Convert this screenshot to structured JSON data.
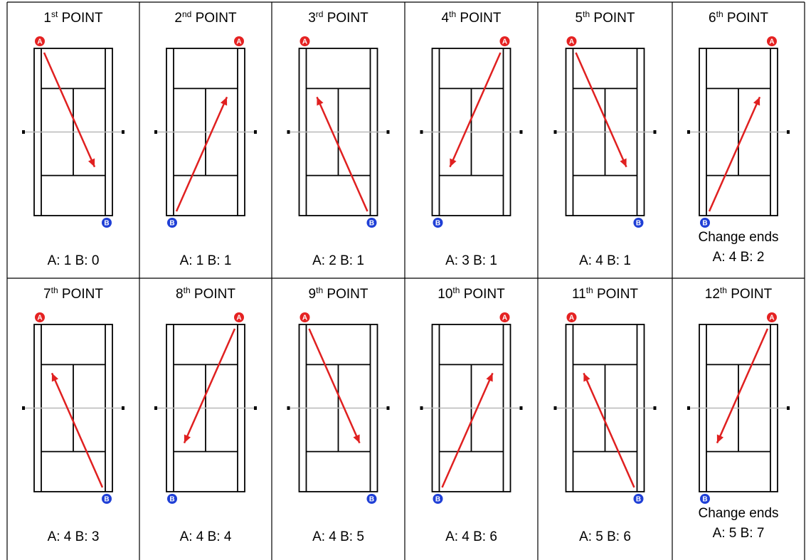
{
  "colors": {
    "arrow": "#e02020",
    "player_a": "#e52222",
    "player_b": "#1f3fd6",
    "net": "#b8b8b8",
    "lines": "#000000"
  },
  "icons": {
    "player_a": "letter-a-red-circle-icon",
    "player_b": "letter-b-blue-circle-icon"
  },
  "points": [
    {
      "num": "1",
      "suffix": "st",
      "label": "POINT",
      "score": "A: 1 B: 0",
      "note": "",
      "a_side": "left",
      "b_side": "right",
      "direction": "A-to-B"
    },
    {
      "num": "2",
      "suffix": "nd",
      "label": "POINT",
      "score": "A: 1 B: 1",
      "note": "",
      "a_side": "right",
      "b_side": "left",
      "direction": "B-to-A"
    },
    {
      "num": "3",
      "suffix": "rd",
      "label": "POINT",
      "score": "A: 2 B: 1",
      "note": "",
      "a_side": "left",
      "b_side": "right",
      "direction": "B-to-A"
    },
    {
      "num": "4",
      "suffix": "th",
      "label": "POINT",
      "score": "A: 3 B: 1",
      "note": "",
      "a_side": "right",
      "b_side": "left",
      "direction": "A-to-B"
    },
    {
      "num": "5",
      "suffix": "th",
      "label": "POINT",
      "score": "A: 4 B: 1",
      "note": "",
      "a_side": "left",
      "b_side": "right",
      "direction": "A-to-B"
    },
    {
      "num": "6",
      "suffix": "th",
      "label": "POINT",
      "score": "A: 4 B: 2",
      "note": "Change ends",
      "a_side": "right",
      "b_side": "left",
      "direction": "B-to-A"
    },
    {
      "num": "7",
      "suffix": "th",
      "label": "POINT",
      "score": "A: 4 B: 3",
      "note": "",
      "a_side": "left",
      "b_side": "right",
      "direction": "B-to-A"
    },
    {
      "num": "8",
      "suffix": "th",
      "label": "POINT",
      "score": "A: 4 B: 4",
      "note": "",
      "a_side": "right",
      "b_side": "left",
      "direction": "A-to-B"
    },
    {
      "num": "9",
      "suffix": "th",
      "label": "POINT",
      "score": "A: 4 B: 5",
      "note": "",
      "a_side": "left",
      "b_side": "right",
      "direction": "A-to-B"
    },
    {
      "num": "10",
      "suffix": "th",
      "label": "POINT",
      "score": "A: 4 B: 6",
      "note": "",
      "a_side": "right",
      "b_side": "left",
      "direction": "B-to-A"
    },
    {
      "num": "11",
      "suffix": "th",
      "label": "POINT",
      "score": "A: 5 B: 6",
      "note": "",
      "a_side": "left",
      "b_side": "right",
      "direction": "B-to-A"
    },
    {
      "num": "12",
      "suffix": "th",
      "label": "POINT",
      "score": "A: 5 B: 7",
      "note": "Change ends",
      "a_side": "right",
      "b_side": "left",
      "direction": "A-to-B"
    }
  ]
}
